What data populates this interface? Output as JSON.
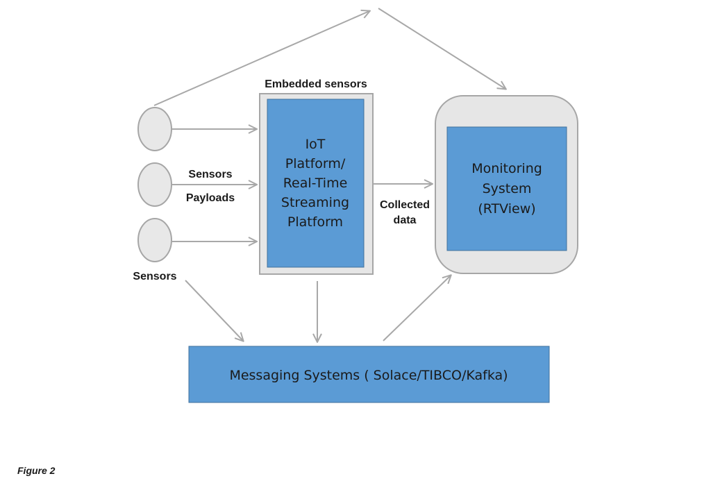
{
  "diagram": {
    "embedded_label": "Embedded sensors",
    "iot_box": {
      "lines": [
        "IoT",
        "Platform/",
        "Real-Time",
        "Streaming",
        "Platform"
      ]
    },
    "monitoring_box": {
      "lines": [
        "Monitoring",
        "System",
        "(RTView)"
      ]
    },
    "messaging_box": {
      "label": "Messaging Systems ( Solace/TIBCO/Kafka)"
    },
    "sensors_payloads_label": [
      "Sensors",
      "Payloads"
    ],
    "collected_data_label": [
      "Collected",
      "data"
    ],
    "sensors_label": "Sensors",
    "figure_caption": "Figure 2",
    "colors": {
      "box_blue": "#5b9bd5",
      "box_border_blue": "#41719c",
      "frame_gray": "#e6e6e6",
      "frame_border": "#a6a6a6",
      "arrow_gray": "#a8a8a8",
      "sensor_fill": "#e8e8e8"
    }
  }
}
